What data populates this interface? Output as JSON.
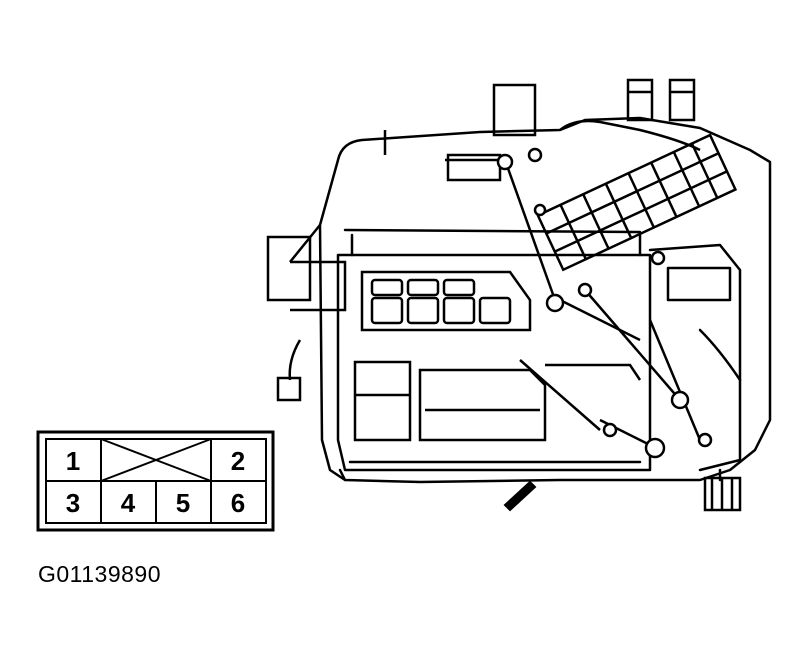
{
  "connector": {
    "pins": [
      {
        "label": "1"
      },
      {
        "label": "2"
      },
      {
        "label": "3"
      },
      {
        "label": "4"
      },
      {
        "label": "5"
      },
      {
        "label": "6"
      }
    ]
  },
  "figure_id": "G01139890",
  "colors": {
    "ink": "#000000",
    "background": "#ffffff"
  }
}
